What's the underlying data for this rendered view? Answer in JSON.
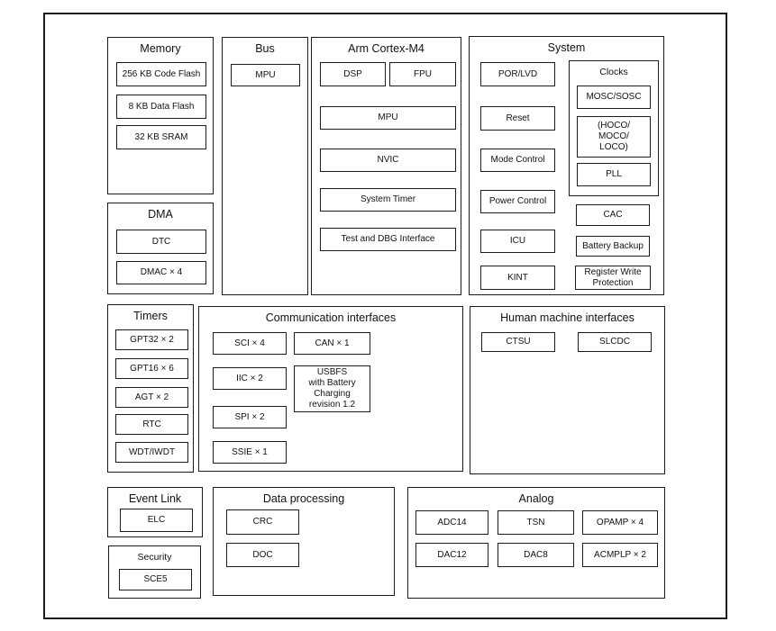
{
  "diagram": {
    "colors": {
      "border": "#1c1c1c",
      "background": "#ffffff",
      "text": "#111111"
    },
    "memory": {
      "title": "Memory",
      "items": [
        "256 KB Code Flash",
        "8 KB Data Flash",
        "32 KB SRAM"
      ]
    },
    "dma": {
      "title": "DMA",
      "items": [
        "DTC",
        "DMAC × 4"
      ]
    },
    "bus": {
      "title": "Bus",
      "items": [
        "MPU"
      ]
    },
    "cortex": {
      "title": "Arm Cortex-M4",
      "items": [
        "DSP",
        "FPU",
        "MPU",
        "NVIC",
        "System Timer",
        "Test and DBG Interface"
      ]
    },
    "system": {
      "title": "System",
      "left_items": [
        "POR/LVD",
        "Reset",
        "Mode Control",
        "Power Control",
        "ICU",
        "KINT"
      ],
      "clocks": {
        "title": "Clocks",
        "items": [
          "MOSC/SOSC",
          "(HOCO/\nMOCO/\nLOCO)",
          "PLL"
        ]
      },
      "right_items": [
        "CAC",
        "Battery Backup",
        "Register Write\nProtection"
      ]
    },
    "timers": {
      "title": "Timers",
      "items": [
        "GPT32 × 2",
        "GPT16 × 6",
        "AGT × 2",
        "RTC",
        "WDT/IWDT"
      ]
    },
    "comm": {
      "title": "Communication interfaces",
      "left_items": [
        "SCI × 4",
        "IIC × 2",
        "SPI × 2",
        "SSIE × 1"
      ],
      "right_items": [
        "CAN × 1",
        "USBFS\nwith Battery\nCharging\nrevision 1.2"
      ]
    },
    "hmi": {
      "title": "Human machine interfaces",
      "items": [
        "CTSU",
        "SLCDC"
      ]
    },
    "event_link": {
      "title": "Event Link",
      "items": [
        "ELC"
      ]
    },
    "security": {
      "title": "Security",
      "items": [
        "SCE5"
      ]
    },
    "data_processing": {
      "title": "Data processing",
      "items": [
        "CRC",
        "DOC"
      ]
    },
    "analog": {
      "title": "Analog",
      "items": [
        "ADC14",
        "TSN",
        "OPAMP × 4",
        "DAC12",
        "DAC8",
        "ACMPLP × 2"
      ]
    }
  }
}
